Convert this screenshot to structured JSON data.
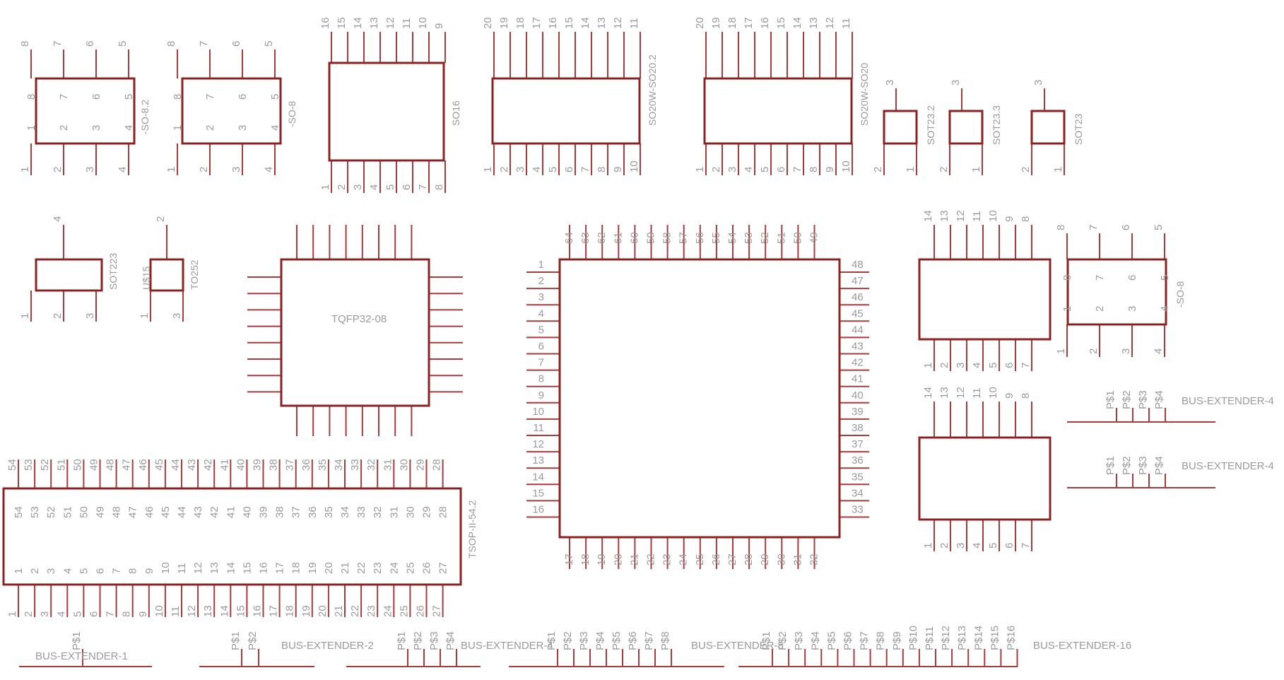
{
  "colors": {
    "body": "#8b2323",
    "pin": "#a63c3c",
    "text": "#9a9a9a",
    "background": "#ffffff"
  },
  "components": {
    "so8_2": {
      "name": "-SO-8.2",
      "top_pins": [
        "8",
        "7",
        "6",
        "5"
      ],
      "bottom_pins": [
        "1",
        "2",
        "3",
        "4"
      ],
      "inner_top": [
        "8",
        "7",
        "6",
        "5"
      ],
      "inner_bottom": [
        "1",
        "2",
        "3",
        "4"
      ]
    },
    "so8_a": {
      "name": "-SO-8",
      "top_pins": [
        "8",
        "7",
        "6",
        "5"
      ],
      "bottom_pins": [
        "1",
        "2",
        "3",
        "4"
      ],
      "inner_top": [
        "8",
        "7",
        "6",
        "5"
      ],
      "inner_bottom": [
        "1",
        "2",
        "3",
        "4"
      ]
    },
    "so16": {
      "name": "SO16",
      "top_pins": [
        "16",
        "15",
        "14",
        "13",
        "12",
        "11",
        "10",
        "9"
      ],
      "bottom_pins": [
        "1",
        "2",
        "3",
        "4",
        "5",
        "6",
        "7",
        "8"
      ]
    },
    "so20w_2": {
      "name": "SO20W-SO20.2",
      "top_pins": [
        "20",
        "19",
        "18",
        "17",
        "16",
        "15",
        "14",
        "13",
        "12",
        "11"
      ],
      "bottom_pins": [
        "1",
        "2",
        "3",
        "4",
        "5",
        "6",
        "7",
        "8",
        "9",
        "10"
      ]
    },
    "so20w": {
      "name": "SO20W-SO20",
      "top_pins": [
        "20",
        "19",
        "18",
        "17",
        "16",
        "15",
        "14",
        "13",
        "12",
        "11"
      ],
      "bottom_pins": [
        "1",
        "2",
        "3",
        "4",
        "5",
        "6",
        "7",
        "8",
        "9",
        "10"
      ]
    },
    "sot23_2": {
      "name": "SOT23.2",
      "top_pins": [
        "3"
      ],
      "bottom_pins": [
        "2",
        "1"
      ]
    },
    "sot23_3": {
      "name": "SOT23.3",
      "top_pins": [
        "3"
      ],
      "bottom_pins": [
        "2",
        "1"
      ]
    },
    "sot23": {
      "name": "SOT23",
      "top_pins": [
        "3"
      ],
      "bottom_pins": [
        "2",
        "1"
      ]
    },
    "sot223": {
      "name": "SOT223",
      "top_pins": [
        "4"
      ],
      "bottom_pins": [
        "1",
        "2",
        "3"
      ]
    },
    "to252": {
      "name": "TO252",
      "sub_name": "U$15",
      "top_pins": [
        "2"
      ],
      "bottom_pins": [
        "1",
        "3"
      ]
    },
    "tqfp32": {
      "name": "TQFP32-08"
    },
    "tqfp64": {
      "left_pins": [
        "1",
        "2",
        "3",
        "4",
        "5",
        "6",
        "7",
        "8",
        "9",
        "10",
        "11",
        "12",
        "13",
        "14",
        "15",
        "16"
      ],
      "bottom_pins": [
        "17",
        "18",
        "19",
        "20",
        "21",
        "22",
        "23",
        "24",
        "25",
        "26",
        "27",
        "28",
        "29",
        "30",
        "31",
        "32"
      ],
      "right_pins": [
        "48",
        "47",
        "46",
        "45",
        "44",
        "43",
        "42",
        "41",
        "40",
        "39",
        "38",
        "37",
        "36",
        "35",
        "34",
        "33"
      ],
      "top_pins": [
        "64",
        "63",
        "62",
        "61",
        "60",
        "59",
        "58",
        "57",
        "56",
        "55",
        "54",
        "53",
        "52",
        "51",
        "50",
        "49"
      ]
    },
    "dip14_a": {
      "top_pins": [
        "14",
        "13",
        "12",
        "11",
        "10",
        "9",
        "8"
      ],
      "bottom_pins": [
        "1",
        "2",
        "3",
        "4",
        "5",
        "6",
        "7"
      ]
    },
    "dip14_b": {
      "top_pins": [
        "14",
        "13",
        "12",
        "11",
        "10",
        "9",
        "8"
      ],
      "bottom_pins": [
        "1",
        "2",
        "3",
        "4",
        "5",
        "6",
        "7"
      ]
    },
    "so8_b": {
      "name": "-SO-8",
      "top_pins": [
        "8",
        "7",
        "6",
        "5"
      ],
      "bottom_pins": [
        "1",
        "2",
        "3",
        "4"
      ],
      "inner_top": [
        "8",
        "7",
        "6",
        "5"
      ],
      "inner_bottom": [
        "1",
        "2",
        "3",
        "4"
      ]
    },
    "tsop54": {
      "name": "TSOP-II-54.2",
      "top_pins": [
        "54",
        "53",
        "52",
        "51",
        "50",
        "49",
        "48",
        "47",
        "46",
        "45",
        "44",
        "43",
        "42",
        "41",
        "40",
        "39",
        "38",
        "37",
        "36",
        "35",
        "34",
        "33",
        "32",
        "31",
        "30",
        "29",
        "28"
      ],
      "bottom_pins": [
        "1",
        "2",
        "3",
        "4",
        "5",
        "6",
        "7",
        "8",
        "9",
        "10",
        "11",
        "12",
        "13",
        "14",
        "15",
        "16",
        "17",
        "18",
        "19",
        "20",
        "21",
        "22",
        "23",
        "24",
        "25",
        "26",
        "27"
      ]
    },
    "bus_right_1": {
      "name": "BUS-EXTENDER-4",
      "pins": [
        "P$1",
        "P$2",
        "P$3",
        "P$4"
      ]
    },
    "bus_right_2": {
      "name": "BUS-EXTENDER-4",
      "pins": [
        "P$1",
        "P$2",
        "P$3",
        "P$4"
      ]
    },
    "bus_1": {
      "name": "BUS-EXTENDER-1",
      "pins": [
        "P$1"
      ]
    },
    "bus_2": {
      "name": "BUS-EXTENDER-2",
      "pins": [
        "P$1",
        "P$2"
      ]
    },
    "bus_4": {
      "name": "BUS-EXTENDER-4",
      "pins": [
        "P$1",
        "P$2",
        "P$3",
        "P$4"
      ]
    },
    "bus_8": {
      "name": "BUS-EXTENDER-8",
      "pins": [
        "P$1",
        "P$2",
        "P$3",
        "P$4",
        "P$5",
        "P$6",
        "P$7",
        "P$8"
      ]
    },
    "bus_16": {
      "name": "BUS-EXTENDER-16",
      "pins": [
        "P$1",
        "P$2",
        "P$3",
        "P$4",
        "P$5",
        "P$6",
        "P$7",
        "P$8",
        "P$9",
        "P$10",
        "P$11",
        "P$12",
        "P$13",
        "P$14",
        "P$15",
        "P$16"
      ]
    }
  }
}
